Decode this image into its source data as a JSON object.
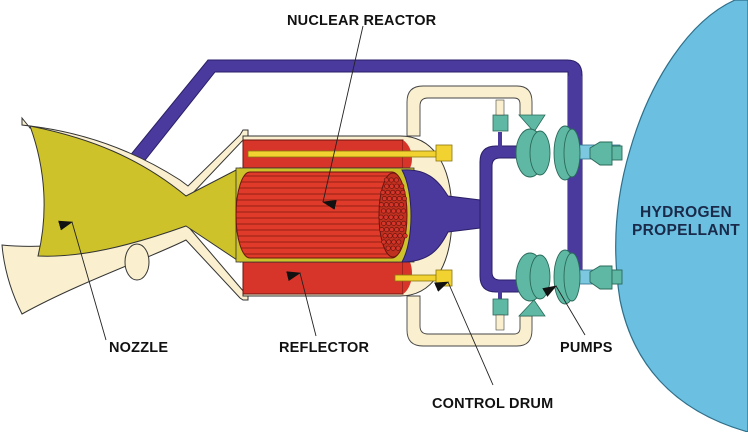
{
  "diagram": {
    "title": "Nuclear Thermal Rocket Schematic",
    "labels": {
      "nuclear_reactor": "NUCLEAR REACTOR",
      "nozzle": "NOZZLE",
      "reflector": "REFLECTOR",
      "control_drum": "CONTROL DRUM",
      "pumps": "PUMPS",
      "tank_line1": "HYDROGEN",
      "tank_line2": "PROPELLANT"
    },
    "colors": {
      "hydrogen_line": "#4b3a9e",
      "reactor_core": "#e03a2a",
      "reflector": "#d8352a",
      "nozzle_flow": "#cdc22a",
      "structure": "#faf0cf",
      "pumps": "#5fb8a3",
      "propellant_tank": "#6bbfe0",
      "control_drum": "#f2d230"
    }
  }
}
